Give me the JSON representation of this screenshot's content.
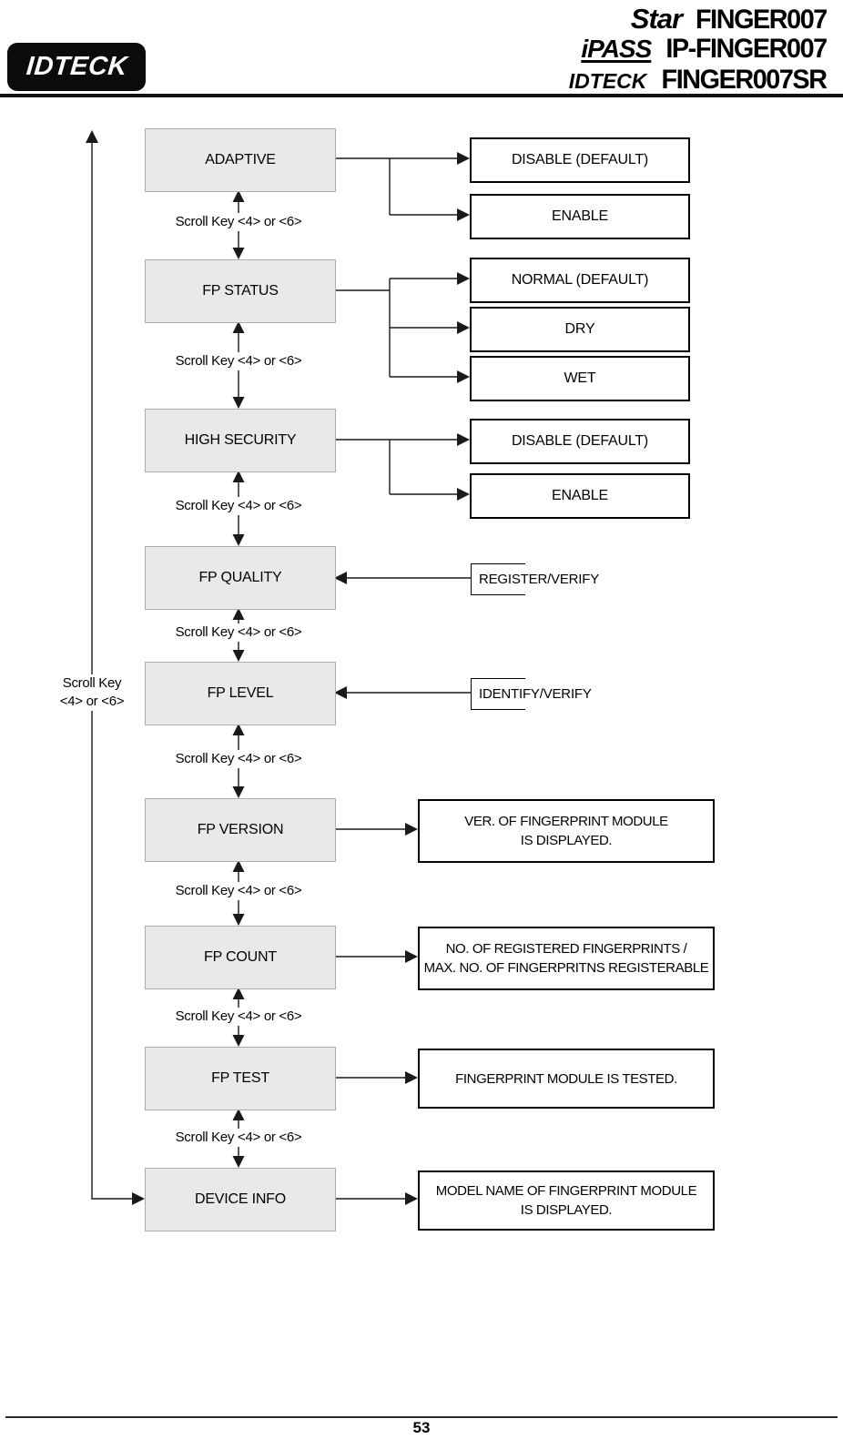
{
  "header": {
    "logo_text": "IDTECK",
    "products": [
      {
        "brand": "Star",
        "name": "FINGER007"
      },
      {
        "brand": "iPASS",
        "name": "IP-FINGER007"
      },
      {
        "brand": "IDTECK",
        "name": "FINGER007SR"
      }
    ]
  },
  "diagram": {
    "scroll_label": "Scroll Key <4> or <6>",
    "side_scroll_label": {
      "line1": "Scroll Key",
      "line2": "<4> or <6>"
    },
    "menus": [
      "ADAPTIVE",
      "FP STATUS",
      "HIGH SECURITY",
      "FP QUALITY",
      "FP LEVEL",
      "FP VERSION",
      "FP COUNT",
      "FP TEST",
      "DEVICE INFO"
    ],
    "options": {
      "adaptive": [
        "DISABLE (DEFAULT)",
        "ENABLE"
      ],
      "fp_status": [
        "NORMAL (DEFAULT)",
        "DRY",
        "WET"
      ],
      "high_security": [
        "DISABLE (DEFAULT)",
        "ENABLE"
      ]
    },
    "sources": {
      "fp_quality": "REGISTER/VERIFY",
      "fp_level": "IDENTIFY/VERIFY"
    },
    "results": {
      "fp_version": [
        "VER. OF FINGERPRINT MODULE",
        "IS DISPLAYED."
      ],
      "fp_count": [
        "NO. OF REGISTERED FINGERPRINTS /",
        "MAX. NO. OF FINGERPRITNS REGISTERABLE"
      ],
      "fp_test": [
        "FINGERPRINT MODULE IS TESTED."
      ],
      "device_info": [
        "MODEL NAME OF FINGERPRINT MODULE",
        "IS DISPLAYED."
      ]
    },
    "colors": {
      "menu_box_fill": "#e9e9e9",
      "menu_box_border": "#acacac",
      "line_color": "#1a1a1a"
    }
  },
  "footer": {
    "page_number": "53"
  }
}
